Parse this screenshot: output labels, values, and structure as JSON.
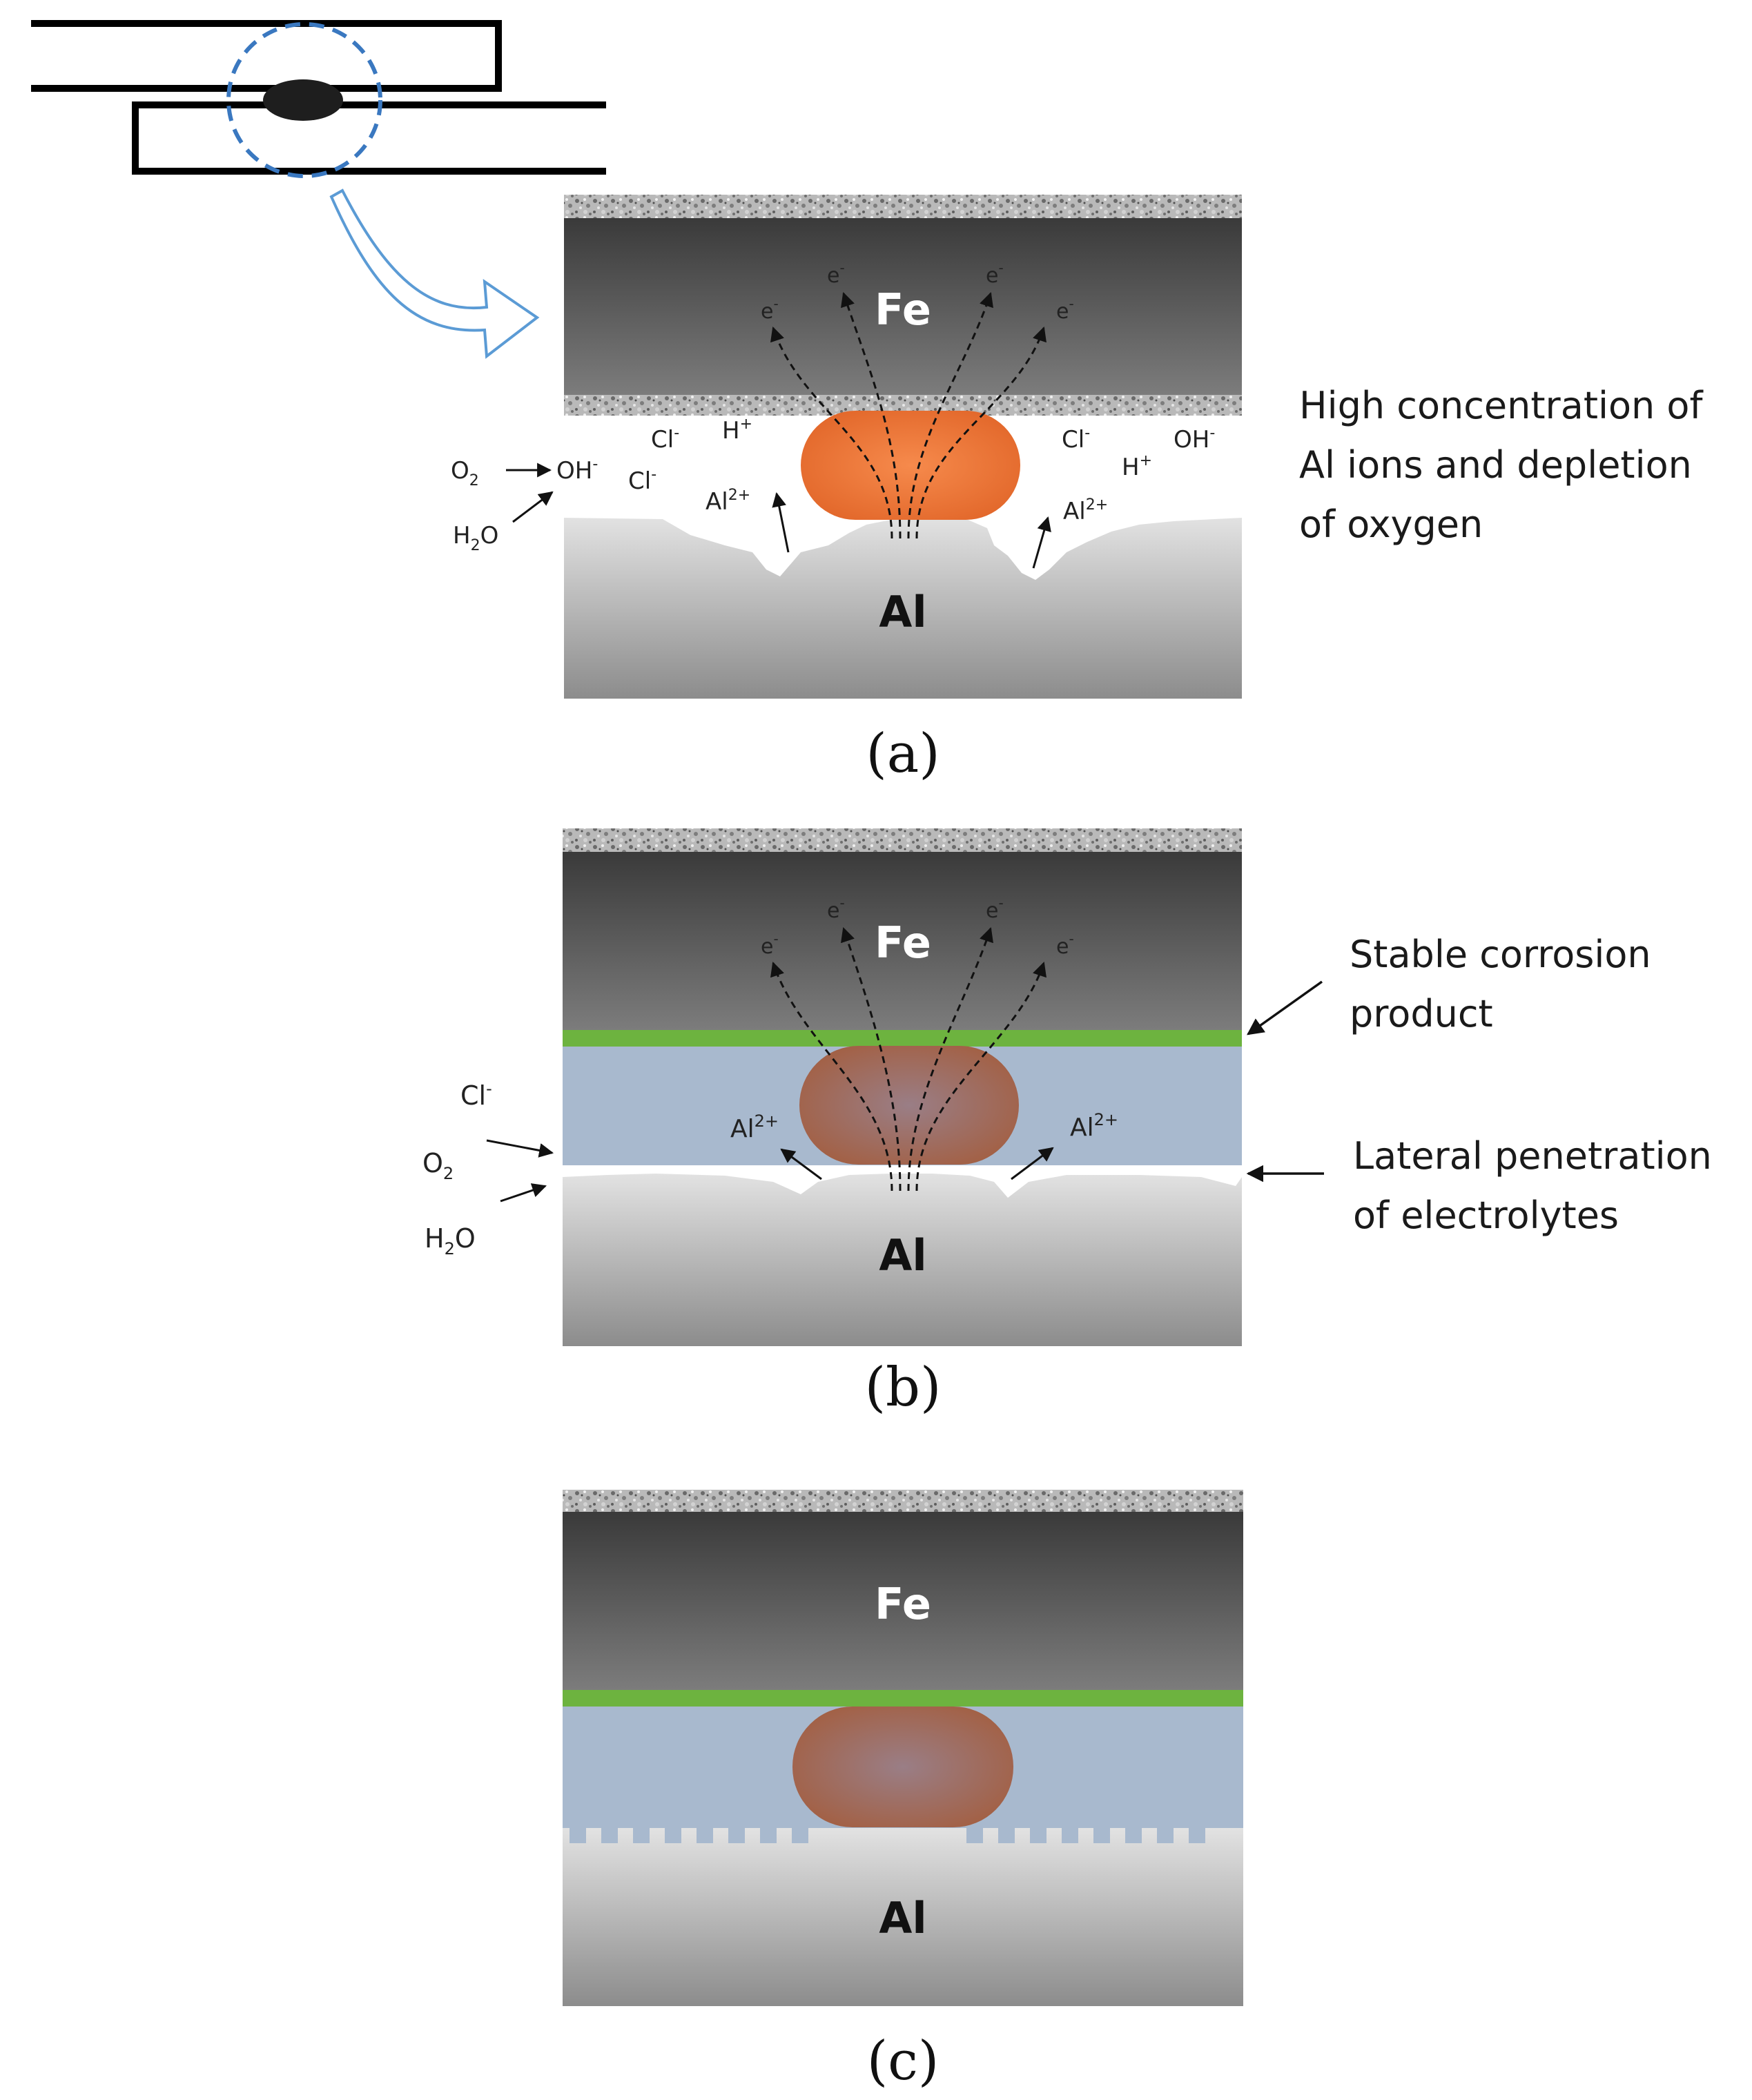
{
  "labels": {
    "fe": "Fe",
    "al": "Al",
    "electron": "e",
    "electron_charge": "-",
    "cl": "Cl",
    "cl_charge": "-",
    "h": "H",
    "h_charge": "+",
    "oh": "OH",
    "oh_charge": "-",
    "al_ion": "Al",
    "al_ion_charge": "2+",
    "o2": "O",
    "o2_sub": "2",
    "h2o_h": "H",
    "h2o_sub": "2",
    "h2o_o": "O"
  },
  "panels": [
    {
      "caption": "(a)"
    },
    {
      "caption": "(b)"
    },
    {
      "caption": "(c)"
    }
  ],
  "annotations": {
    "a_note": [
      "High concentration of",
      "Al ions and depletion",
      "of oxygen"
    ],
    "b_product": [
      "Stable corrosion",
      "product"
    ],
    "b_penetration": [
      "Lateral penetration",
      "of electrolytes"
    ]
  },
  "colors": {
    "fe_top": "#3c3c3c",
    "fe_bottom": "#7b7b7b",
    "al_top": "#dedede",
    "al_bottom": "#8e8e8e",
    "nugget_a": "#f07a3a",
    "nugget_bc": "#a0634e",
    "corrosion_product": "#6db33f",
    "electrolyte": "#a8b9ce",
    "callout_circle": "#3a78c0",
    "callout_arrow": "#5b9bd5"
  }
}
